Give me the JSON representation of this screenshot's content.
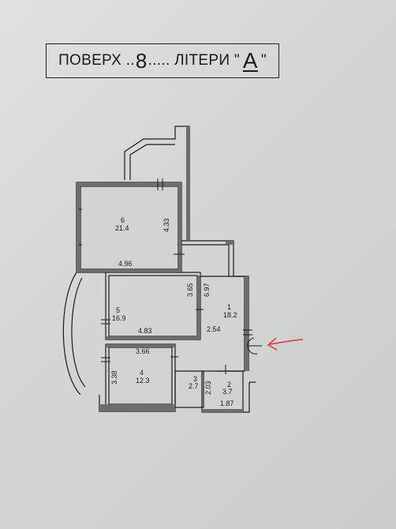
{
  "header": {
    "prefix": "ПОВЕРХ ..",
    "floor": "8",
    "dots": "..... ЛІТЕРИ \"",
    "letter": "А",
    "suffix": "\""
  },
  "rooms": [
    {
      "id": "6",
      "area": "21.4"
    },
    {
      "id": "5",
      "area": "16.9"
    },
    {
      "id": "1",
      "area": "18.2"
    },
    {
      "id": "4",
      "area": "12.3"
    },
    {
      "id": "3",
      "area": "2.7"
    },
    {
      "id": "2",
      "area": "3.7"
    }
  ],
  "dimensions": [
    "4.33",
    "4.96",
    "3.65",
    "6.97",
    "4.83",
    "2.54",
    "3.66",
    "3.38",
    "2.03",
    "1.87"
  ],
  "colors": {
    "ink": "#1a1a1a",
    "wall_fill": "#6b6e6c",
    "arrow": "#e8303a",
    "paper": "#d4d8d5"
  }
}
